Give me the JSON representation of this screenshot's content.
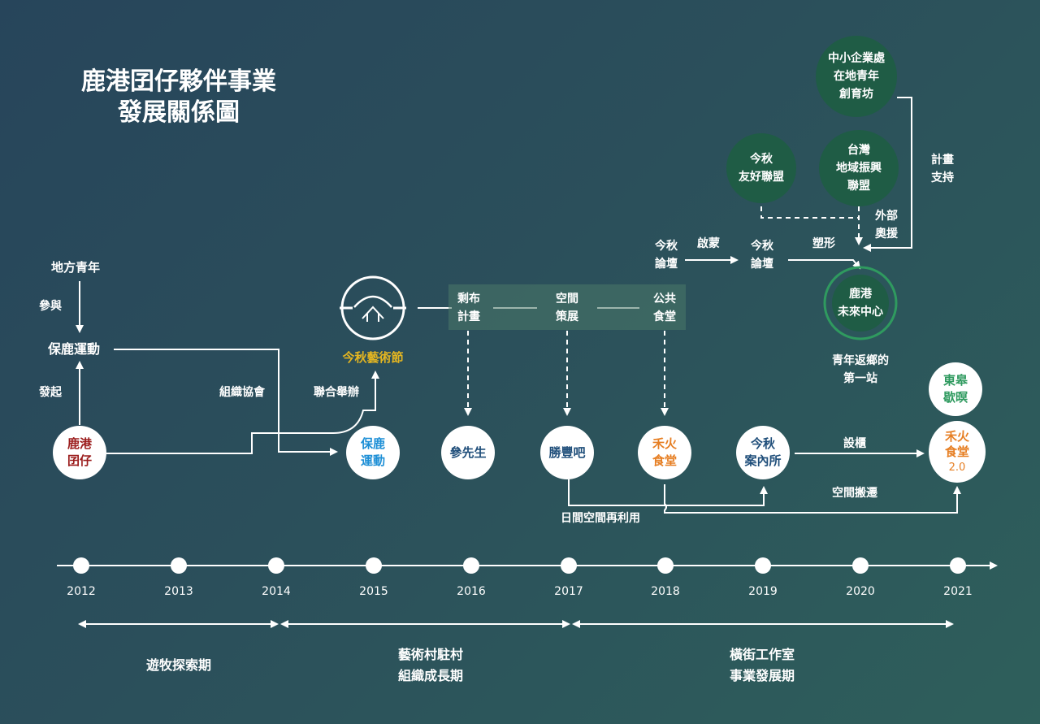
{
  "title": [
    "鹿港囝仔夥伴事業",
    "發展關係圖"
  ],
  "colors": {
    "dark_red": "#9b1c1c",
    "blue": "#1d8fd6",
    "navy": "#1f4e7a",
    "orange": "#e67e22",
    "green": "#2f9a5f",
    "gold": "#e3b521",
    "node_green": "#1f5c45"
  },
  "left_labels": {
    "local_youth": "地方青年",
    "participate": "參與",
    "baolu": "保鹿運動",
    "initiate": "發起",
    "form_assoc": "組織協會",
    "co_host": "聯合舉辦"
  },
  "festival": {
    "icon": "jinqiu-logo-icon",
    "label": "今秋藝術節"
  },
  "plans": {
    "p1": [
      "剩布",
      "計畫"
    ],
    "p2": [
      "空間",
      "策展"
    ],
    "p3": [
      "公共",
      "食堂"
    ]
  },
  "nodes": {
    "luhang_kids": [
      "鹿港",
      "囝仔"
    ],
    "baolu_move": [
      "保鹿",
      "運動"
    ],
    "sanxiansheng": [
      "參先生"
    ],
    "shengfengba": [
      "勝豐吧"
    ],
    "hehuo": [
      "禾火",
      "食堂"
    ],
    "jinqiu_info": [
      "今秋",
      "案內所"
    ],
    "hehuo2": [
      "禾火",
      "食堂",
      "2.0"
    ],
    "donggao": [
      "東皋",
      "歇暝"
    ]
  },
  "top": {
    "forum1": [
      "今秋",
      "論壇"
    ],
    "enlighten": "啟蒙",
    "forum2": [
      "今秋",
      "論壇"
    ],
    "shape": "塑形",
    "alliance": [
      "今秋",
      "友好聯盟"
    ],
    "taiwan": [
      "台灣",
      "地域振興",
      "聯盟"
    ],
    "sme": [
      "中小企業處",
      "在地青年",
      "創育坊"
    ],
    "outside_support": [
      "外部",
      "奧援"
    ],
    "plan_support": [
      "計畫",
      "支持"
    ],
    "future_center": [
      "鹿港",
      "未來中心"
    ],
    "first_stop": [
      "青年返鄉的",
      "第一站"
    ]
  },
  "bottom_labels": {
    "set_counter": "設櫃",
    "relocate": "空間搬遷",
    "reuse": "日間空間再利用"
  },
  "years": [
    "2012",
    "2013",
    "2014",
    "2015",
    "2016",
    "2017",
    "2018",
    "2019",
    "2020",
    "2021"
  ],
  "phases": [
    [
      "遊牧探索期"
    ],
    [
      "藝術村駐村",
      "組織成長期"
    ],
    [
      "橫街工作室",
      "事業發展期"
    ]
  ]
}
